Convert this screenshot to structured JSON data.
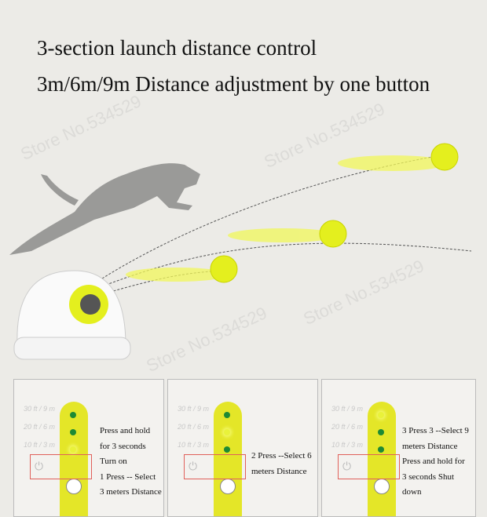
{
  "headline": "3-section launch distance control",
  "subheadline": "3m/6m/9m Distance adjustment by one button",
  "watermark": "Store No.534529",
  "colors": {
    "ball": "#e4ef1e",
    "strip": "#e4e628",
    "led_off": "#1e8a34",
    "highlight_box": "#e0605a"
  },
  "distance_labels": [
    "30 ft / 9 m",
    "20 ft / 6 m",
    "10 ft / 3 m"
  ],
  "panels": [
    {
      "active_level": "3m",
      "lines": [
        "Press and hold",
        "for 3 seconds",
        "Turn on",
        "1 Press -- Select",
        "3 meters Distance"
      ]
    },
    {
      "active_level": "6m",
      "lines": [
        "2 Press --Select 6",
        "meters Distance"
      ]
    },
    {
      "active_level": "9m",
      "lines": [
        "3 Press 3 --Select 9",
        "meters Distance",
        "Press and hold for",
        "3 seconds  Shut",
        "down"
      ]
    }
  ]
}
